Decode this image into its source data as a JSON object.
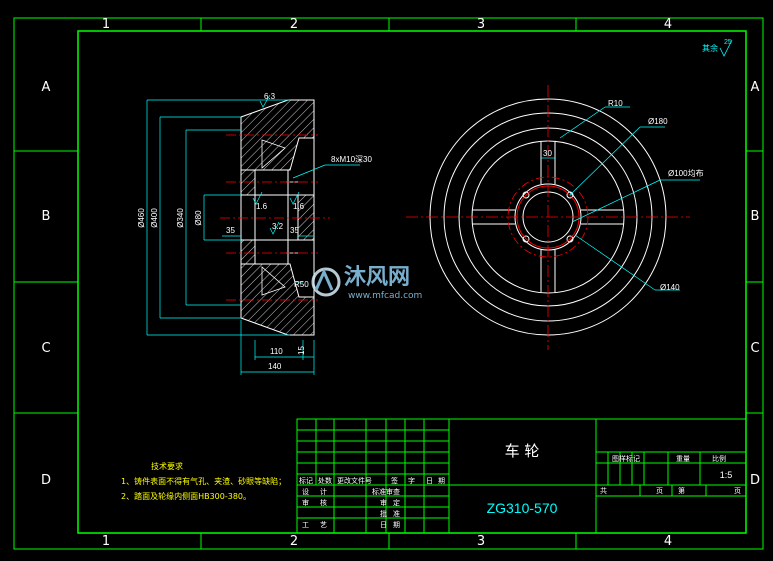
{
  "zone_columns": [
    "1",
    "2",
    "3",
    "4"
  ],
  "zone_rows": [
    "A",
    "B",
    "C",
    "D"
  ],
  "roughness": {
    "label": "其余",
    "value": "25"
  },
  "section_dims": {
    "d460": "Ø460",
    "d400": "Ø400",
    "d340": "Ø340",
    "d80": "Ø80",
    "w35_left": "35",
    "w35_right": "35",
    "w110": "110",
    "w140": "140",
    "w15": "15",
    "r50": "R50",
    "ra63": "6.3",
    "ra16_left": "1.6",
    "ra16_right": "1.6",
    "ra32": "3.2",
    "hole": "8xM10深30"
  },
  "front_dims": {
    "r10": "R10",
    "d180": "Ø180",
    "w30": "30",
    "d100": "Ø100均布",
    "d140": "Ø140"
  },
  "watermark": {
    "brand": "沐风网",
    "url": "www.mfcad.com"
  },
  "notes": {
    "title": "技术要求",
    "items": [
      "1、铸件表面不得有气孔、夹渣、砂眼等缺陷；",
      "2、踏面及轮缘内侧面HB300-380。"
    ]
  },
  "title_block": {
    "part_name": "车  轮",
    "drawing_no": "ZG310-570",
    "cols": [
      "标记",
      "处数",
      "更改文件号",
      "签",
      "字",
      "日",
      "期"
    ],
    "roles": [
      "设",
      "计",
      "审",
      "核",
      "工",
      "艺"
    ],
    "mid_roles": [
      "标准审查",
      "审",
      "定",
      "批",
      "准",
      "日",
      "期"
    ],
    "info_headers": [
      "图样标记",
      "重量",
      "比例"
    ],
    "scale": "1:5",
    "sheet": [
      "共",
      "页",
      "第",
      "页"
    ]
  },
  "colors": {
    "frame": "#00ff00",
    "dimension": "#00ffff",
    "centerline": "#ff0000",
    "outline": "#ffffff",
    "notes": "#ffff00",
    "background": "#000000"
  }
}
